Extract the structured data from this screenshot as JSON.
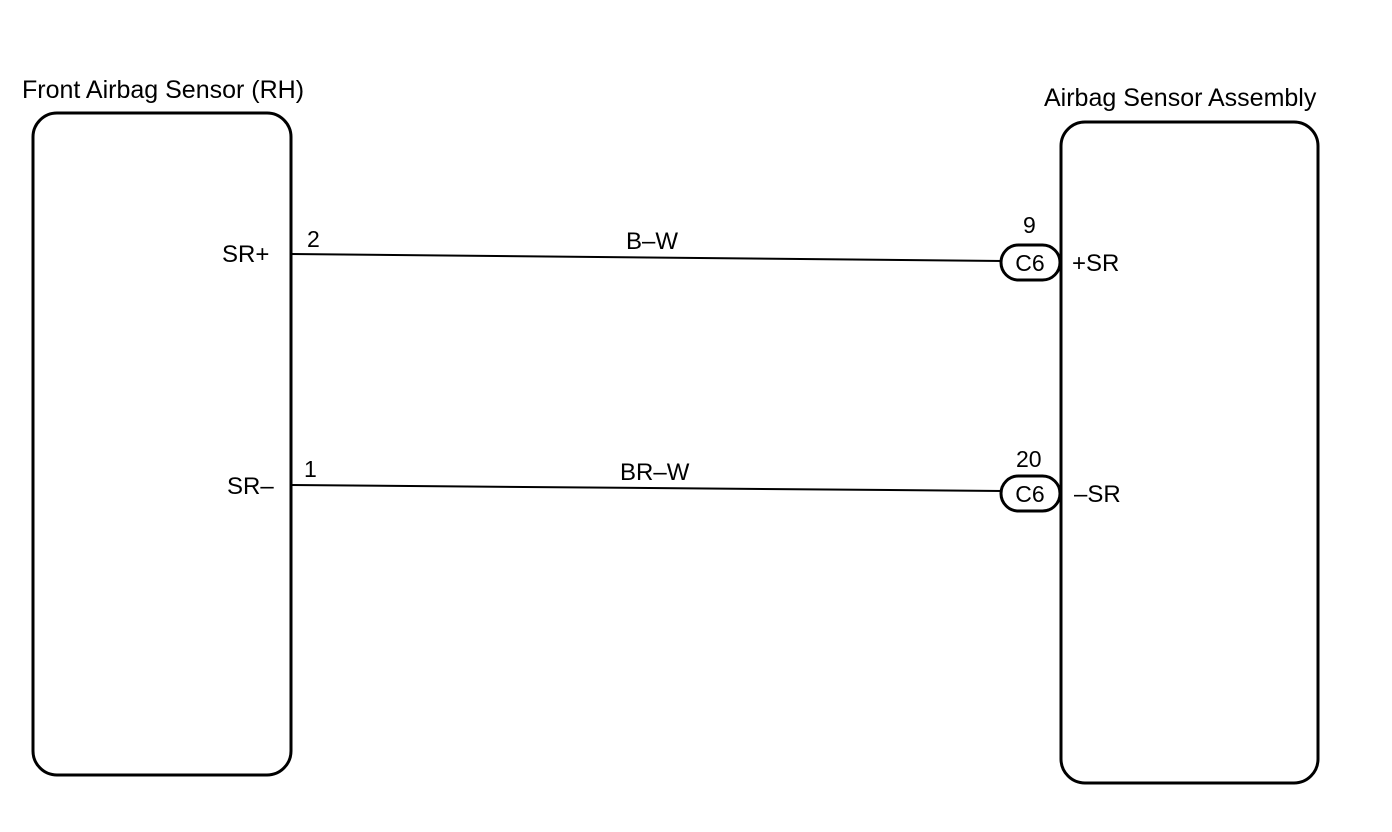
{
  "components": {
    "left": {
      "title": "Front Airbag Sensor (RH)"
    },
    "right": {
      "title": "Airbag Sensor Assembly"
    }
  },
  "wires": [
    {
      "left_terminal": "SR+",
      "left_pin": "2",
      "color": "B–W",
      "right_pin": "9",
      "connector": "C6",
      "right_terminal": "+SR"
    },
    {
      "left_terminal": "SR–",
      "left_pin": "1",
      "color": "BR–W",
      "right_pin": "20",
      "connector": "C6",
      "right_terminal": "–SR"
    }
  ]
}
